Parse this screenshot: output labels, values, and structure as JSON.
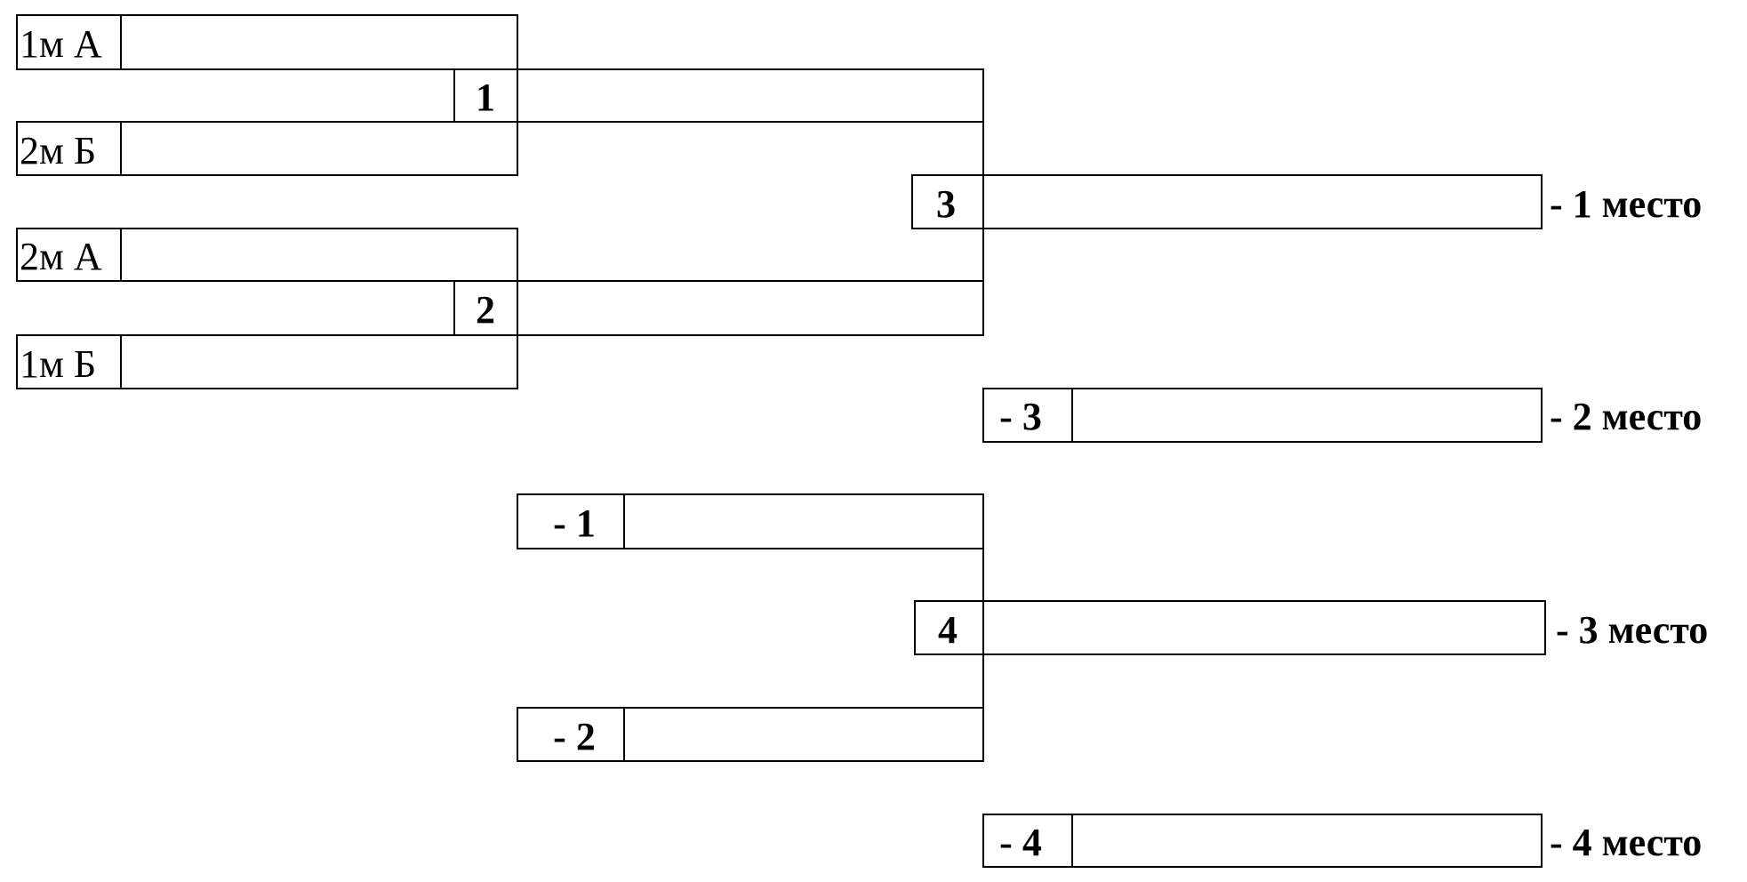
{
  "seeds": {
    "s1": "1м А",
    "s2": "2м Б",
    "s3": "2м А",
    "s4": "1м Б"
  },
  "matches": {
    "m1": "1",
    "m2": "2",
    "m3": "3",
    "m4": "4"
  },
  "losers": {
    "l1": "- 1",
    "l2": "- 2",
    "l3": "- 3",
    "l4": "- 4"
  },
  "places": {
    "p1": "- 1 место",
    "p2": "- 2 место",
    "p3": "- 3 место",
    "p4": "- 4 место"
  }
}
